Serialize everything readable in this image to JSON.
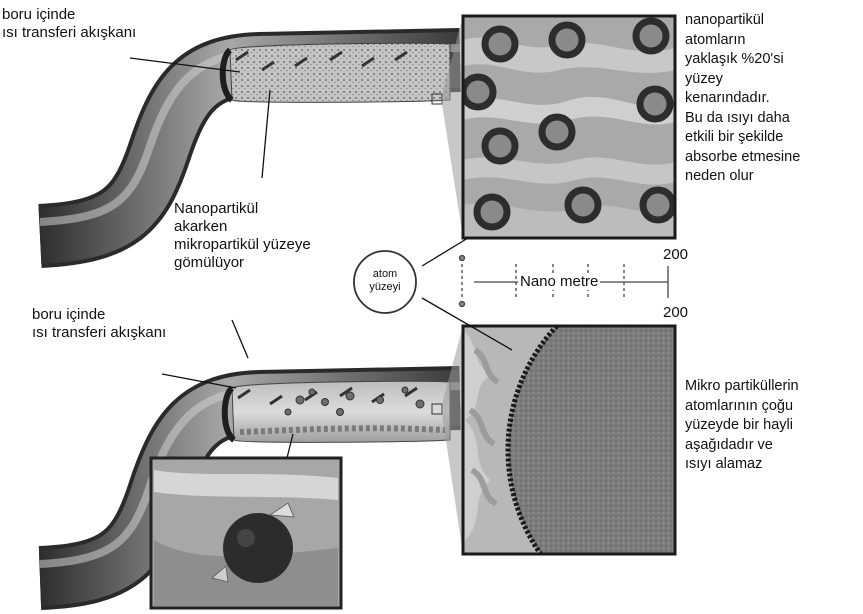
{
  "top_section": {
    "fluid_label": [
      "boru içinde",
      "ısı transferi akışkanı"
    ],
    "nano_label": [
      "Nanopartikül",
      "akarken",
      "mikropartikül yüzeye",
      "gömülüyor"
    ],
    "right_note": [
      "nanopartikül",
      "atomların",
      "yaklaşık %20'si",
      "yüzey",
      "kenarındadır.",
      "Bu da ısıyı daha",
      "etkili bir şekilde",
      "absorbe etmesine",
      "neden olur"
    ]
  },
  "bottom_section": {
    "fluid_label": [
      "boru içinde",
      "ısı transferi akışkanı"
    ],
    "right_note": [
      "Mikro partiküllerin",
      "atomlarının çoğu",
      "yüzeyde bir hayli",
      "aşağıdadır ve",
      "ısıyı alamaz"
    ]
  },
  "scale": {
    "top_value": "200",
    "bottom_value": "200",
    "unit_label": "Nano metre"
  },
  "atom_surface": [
    "atom",
    "yüzeyi"
  ],
  "colors": {
    "pipe_dark": "#4a4a4a",
    "pipe_light": "#bdbdbd",
    "fluid": "#cfcfcf",
    "nanoparticle_ring": "#3a3a3a",
    "nanoparticle_core": "#8a8a8a",
    "micro_particle": "#6e6e6e"
  }
}
